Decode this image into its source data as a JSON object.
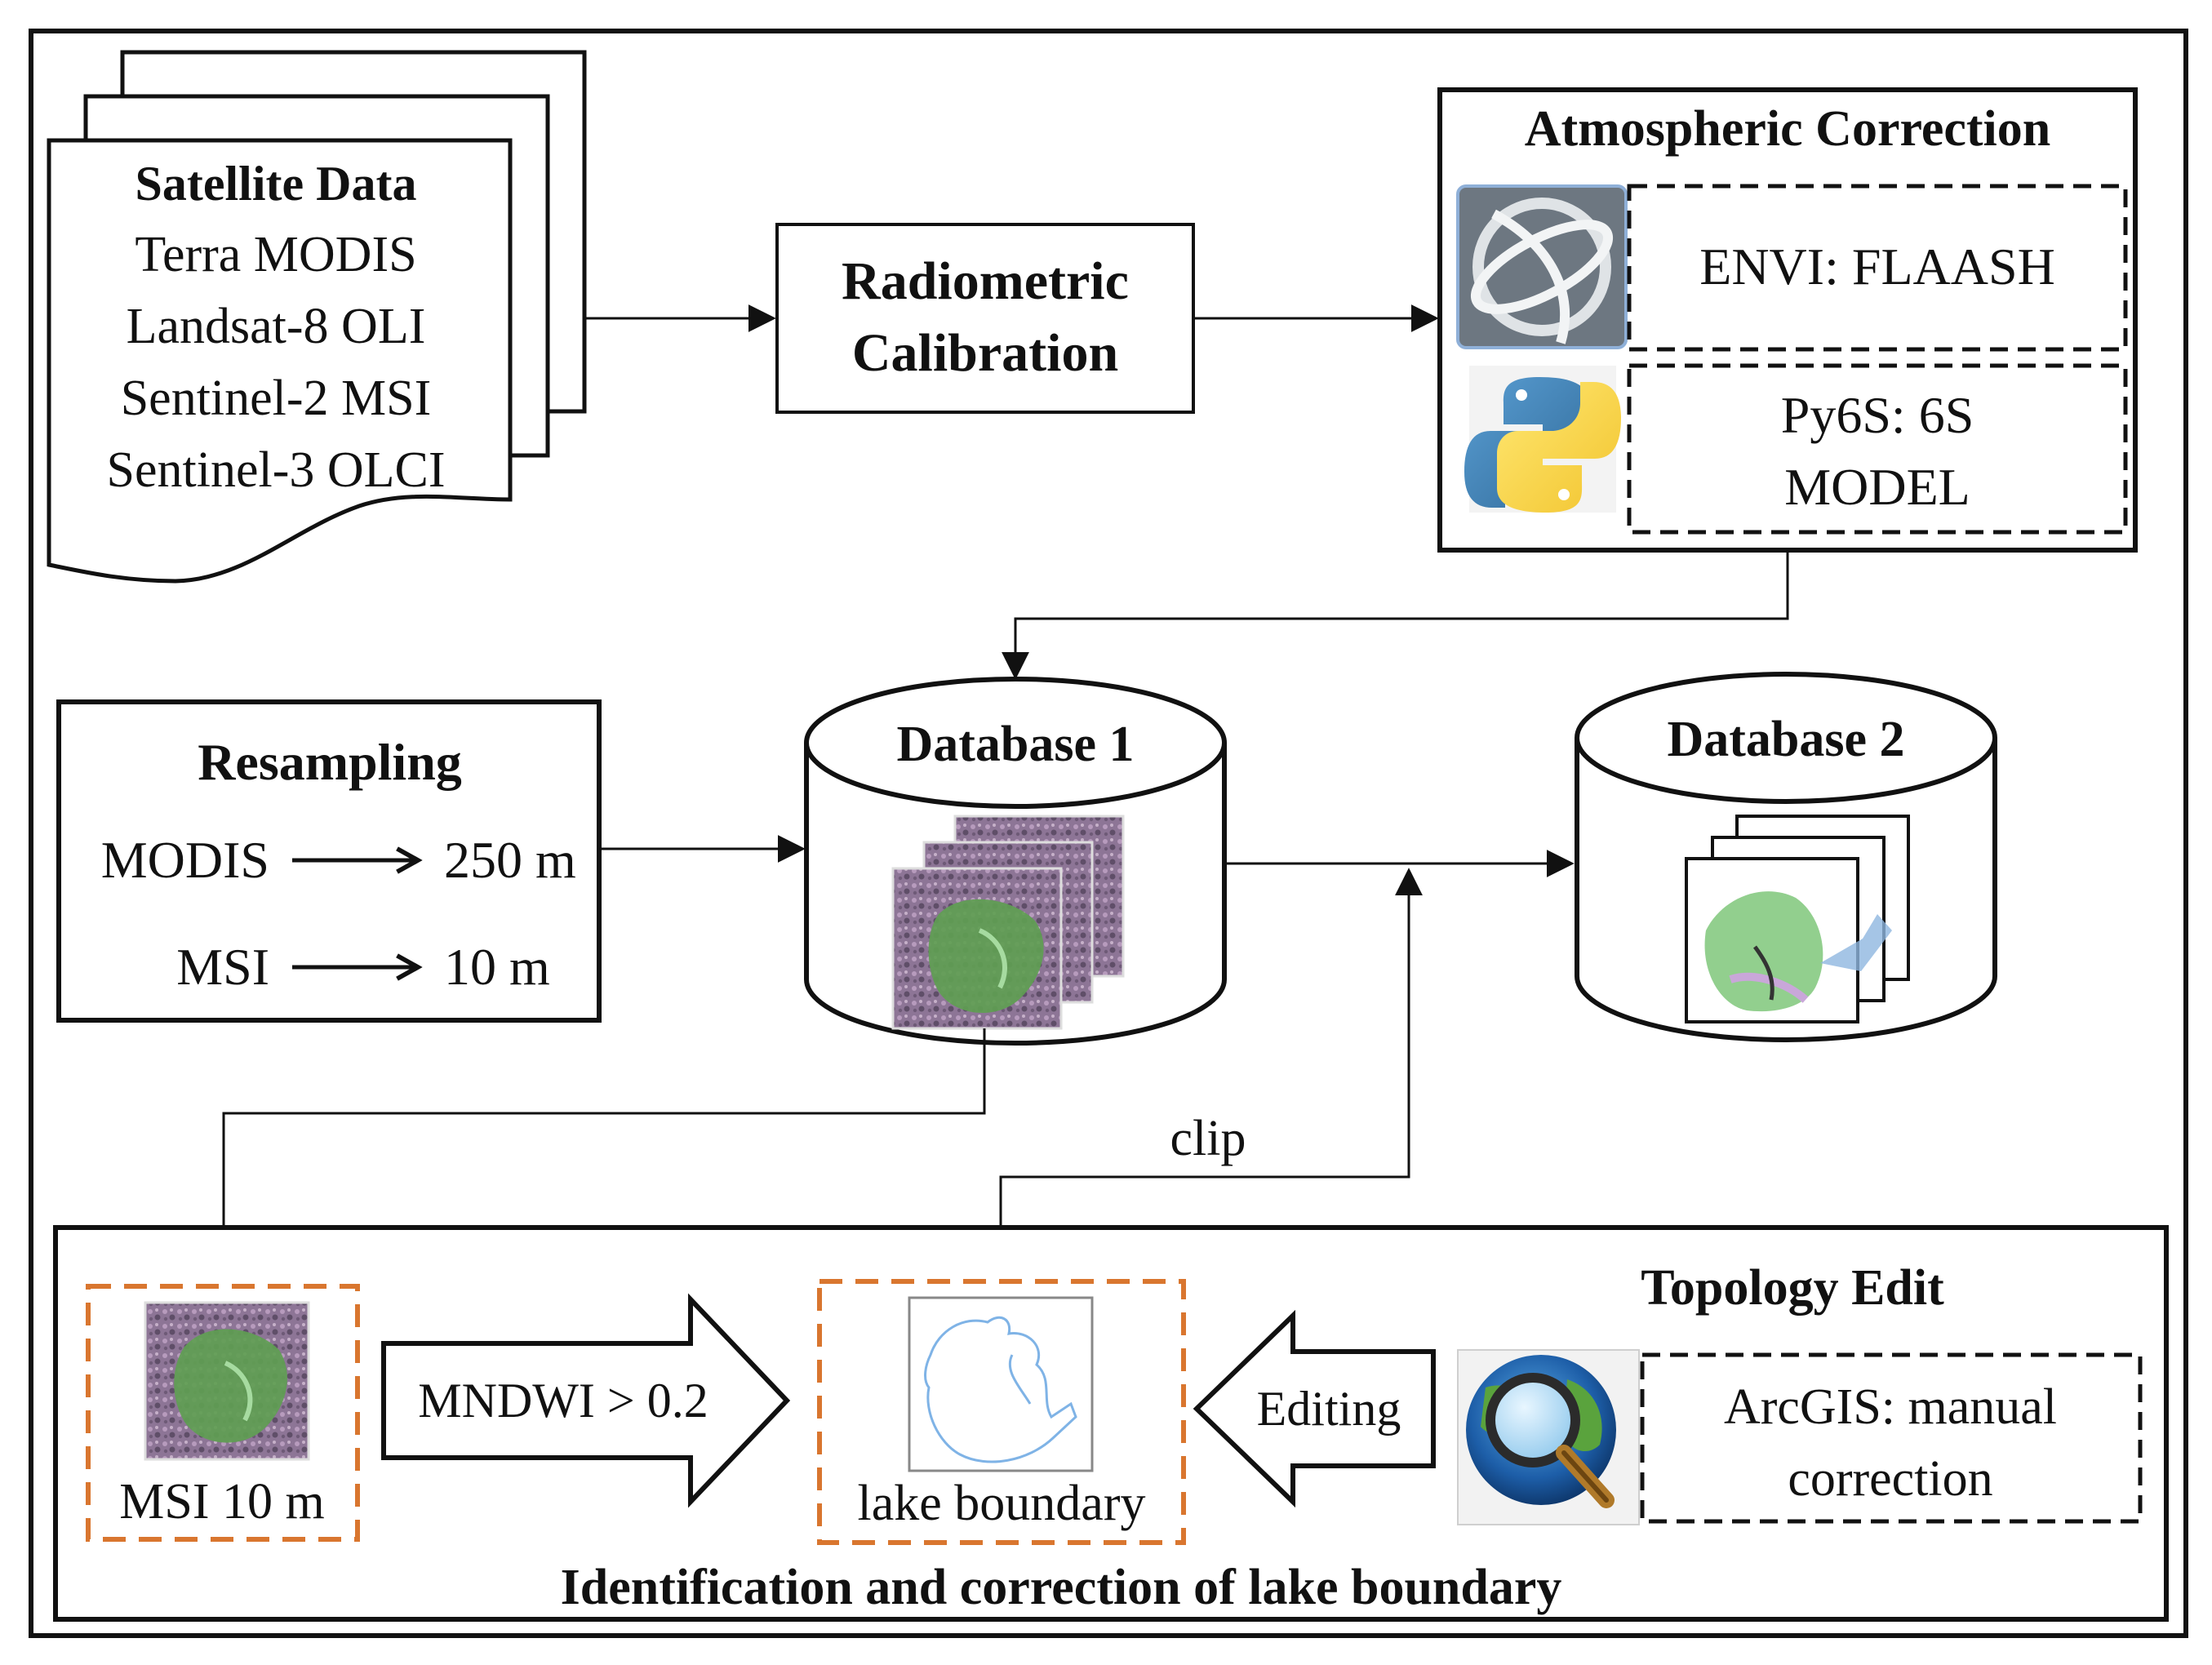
{
  "satellite": {
    "title": "Satellite Data",
    "lines": [
      "Terra MODIS",
      "Landsat-8 OLI",
      "Sentinel-2 MSI",
      "Sentinel-3 OLCI"
    ]
  },
  "radiometric": {
    "line1": "Radiometric",
    "line2": "Calibration"
  },
  "atmospheric": {
    "title": "Atmospheric Correction",
    "envi": "ENVI: FLAASH",
    "py6s_line1": "Py6S: 6S",
    "py6s_line2": "MODEL",
    "envi_icon": "envi-globe-icon",
    "python_icon": "python-logo-icon"
  },
  "resampling": {
    "title": "Resampling",
    "rows": [
      {
        "sensor": "MODIS",
        "resolution": "250 m"
      },
      {
        "sensor": "MSI",
        "resolution": "10 m"
      }
    ]
  },
  "database1": {
    "label": "Database 1"
  },
  "database2": {
    "label": "Database 2"
  },
  "clip": {
    "label": "clip"
  },
  "bottom_panel": {
    "title": "Identification and correction of lake boundary",
    "msi_label": "MSI 10 m",
    "mndwi_label": "MNDWI > 0.2",
    "lake_label": "lake boundary",
    "editing_label": "Editing",
    "topology_title": "Topology Edit",
    "arcgis_line1": "ArcGIS: manual",
    "arcgis_line2": "correction",
    "arcgis_icon": "arcgis-globe-magnifier-icon"
  },
  "colors": {
    "line": "#111111",
    "orange_dash": "#d9762f",
    "lake_outline": "#7fb3e6",
    "python_blue": "#3c74a8",
    "python_yellow": "#f6d348",
    "envi_bg": "#6d7781",
    "imagery_purple": "#8a6f95",
    "imagery_green": "#5f9e52"
  }
}
